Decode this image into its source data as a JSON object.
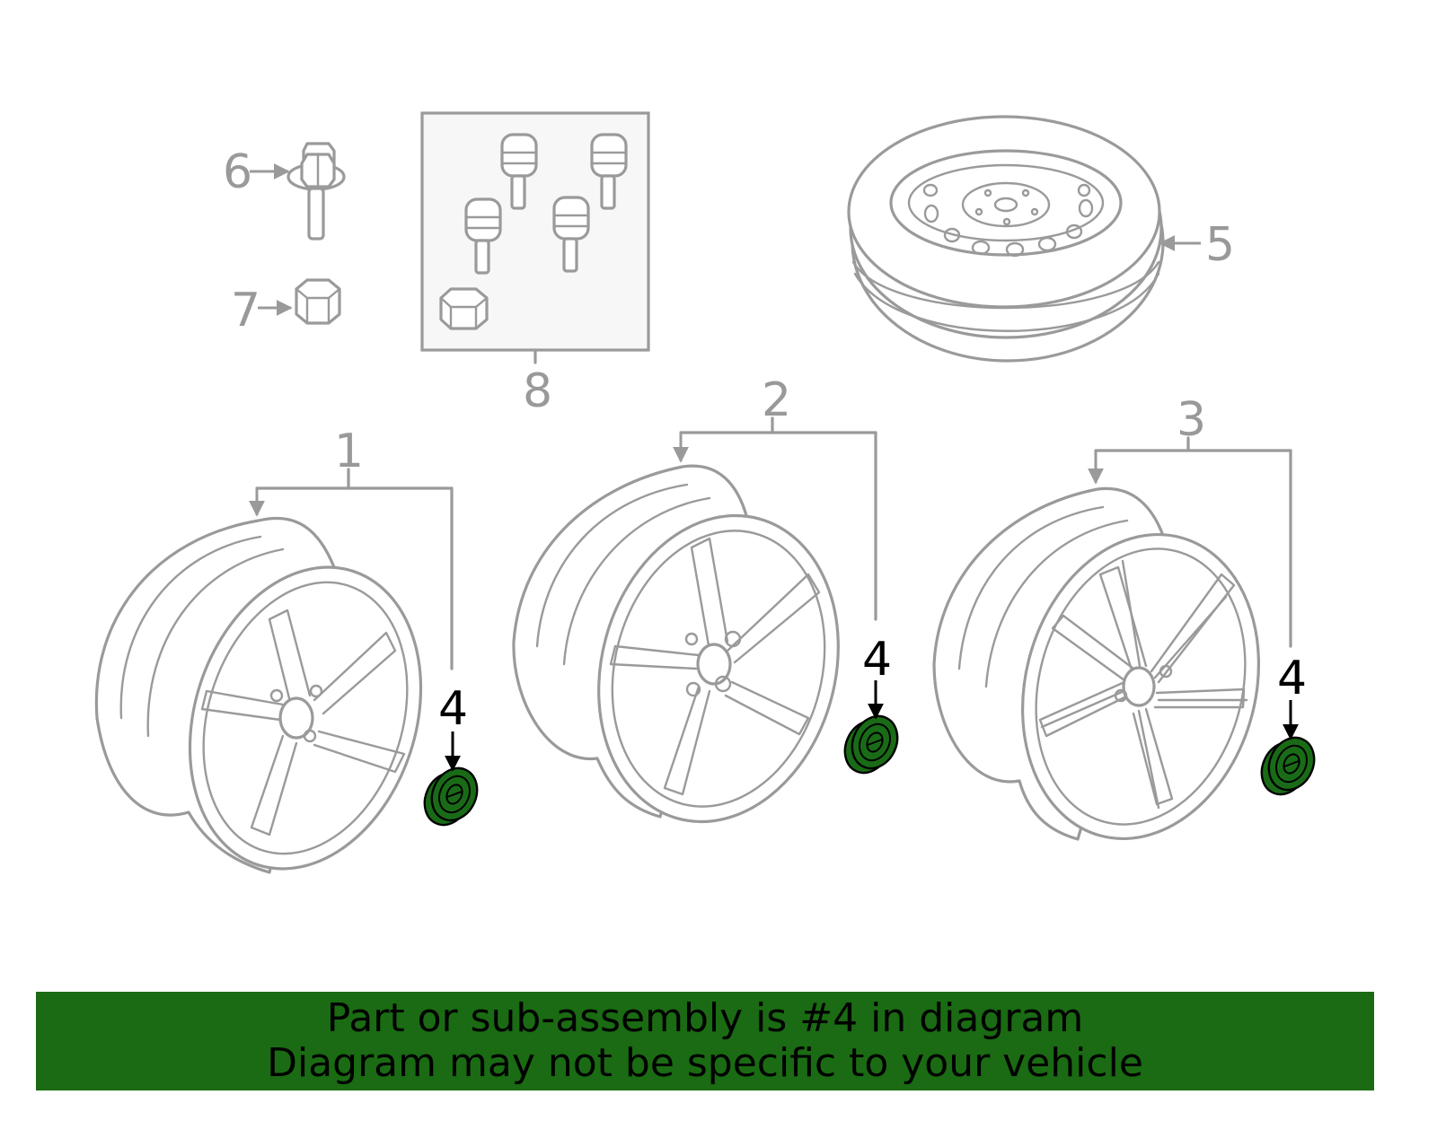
{
  "callouts": {
    "c1": "1",
    "c2": "2",
    "c3": "3",
    "c4a": "4",
    "c4b": "4",
    "c4c": "4",
    "c5": "5",
    "c6": "6",
    "c7": "7",
    "c8": "8"
  },
  "banner": {
    "line1": "Part or sub-assembly is #4 in diagram",
    "line2": "Diagram may not be specific to your vehicle"
  },
  "colors": {
    "highlight": "#1a6b13",
    "line_art": "#9a9a9a"
  }
}
